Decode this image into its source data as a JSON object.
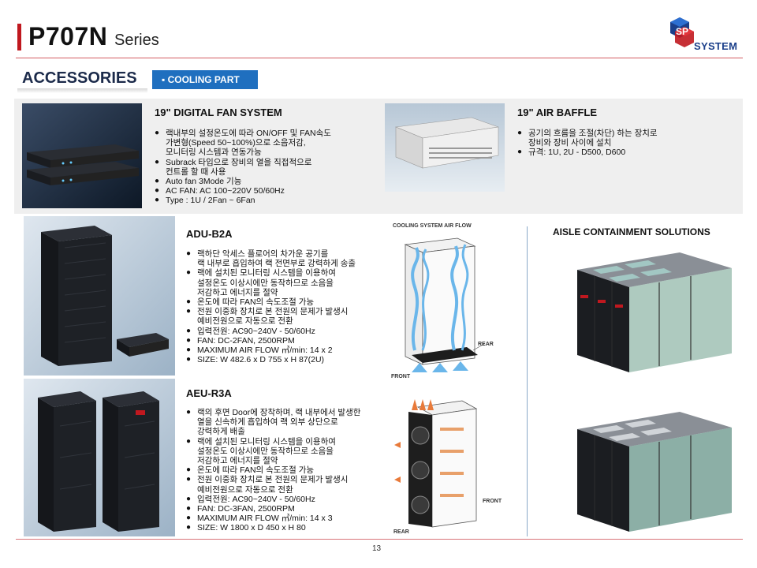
{
  "header": {
    "title": "P707N",
    "subtitle": "Series",
    "logo_text": "SYSTEM",
    "logo_mark": "SP"
  },
  "section": {
    "title": "ACCESSORIES",
    "tag": "▪ COOLING PART"
  },
  "fan_system": {
    "title": "19\" DIGITAL FAN SYSTEM",
    "bullets": [
      "랙내부의 설정온도에 따라 ON/OFF 및 FAN속도",
      "가변형(Speed 50~100%)으로 소음저감,",
      "모니터링 시스템과 연동가능",
      "Subrack 타입으로 장비의 열을 직접적으로",
      "컨트롤 할 때 사용",
      "Auto fan 3Mode 기능",
      "AC FAN: AC 100~220V 50/60Hz",
      "Type : 1U / 2Fan ~ 6Fan"
    ]
  },
  "air_baffle": {
    "title": "19\" AIR BAFFLE",
    "bullets": [
      "공기의 흐름을 조절(차단) 하는 장치로",
      "장비와 장비 사이에 설치",
      "규격: 1U, 2U - D500, D600"
    ]
  },
  "adu": {
    "title": "ADU-B2A",
    "bullets": [
      "랙하단 악세스 플로어의 차가운 공기를",
      "랙 내부로 흡입하여 랙 전면부로 강력하게 송출",
      "랙에 설치된 모니터링 시스템을 이용하여",
      "설정온도 이상시에만 동작하므로 소음을",
      "저감하고 에너지를 절약",
      "온도에 따라 FAN의 속도조절 가능",
      "전원 이중화 장치로 본 전원의 문제가 발생시",
      "예비전원으로 자동으로 전환",
      "입력전원: AC90~240V - 50/60Hz",
      "FAN: DC-2FAN, 2500RPM",
      "MAXIMUM AIR FLOW ㎥/min: 14 x 2",
      "SIZE: W 482.6 x D 755 x H 87(2U)"
    ],
    "diagram_title": "COOLING SYSTEM AIR FLOW",
    "label_rear": "REAR",
    "label_front": "FRONT"
  },
  "aeu": {
    "title": "AEU-R3A",
    "bullets": [
      "랙의 후면 Door에 장착하며, 랙 내부에서 발생한",
      "열을 신속하게 흡입하여 랙 외부 상단으로",
      "강력하게 배출",
      "랙에 설치된 모니터링 시스템을 이용하여",
      "설정온도 이상시에만 동작하므로 소음을",
      "저감하고 에너지를 절약",
      "온도에 따라 FAN의 속도조절 가능",
      "전원 이중화 장치로 본 전원의 문제가 발생시",
      "예비전원으로 자동으로 전환",
      "입력전원: AC90~240V - 50/60Hz",
      "FAN: DC-3FAN, 2500RPM",
      "MAXIMUM AIR FLOW ㎥/min: 14 x 3",
      "SIZE: W 1800 x D 450 x H 80"
    ],
    "label_front": "FRONT",
    "label_rear": "REAR"
  },
  "aisle": {
    "title": "AISLE CONTAINMENT SOLUTIONS"
  },
  "footer": {
    "page": "13"
  },
  "colors": {
    "accent_red": "#c0181f",
    "tag_blue": "#1f6fbf",
    "panel_gray": "#efefef",
    "logo_blue": "#1b3f8a"
  }
}
